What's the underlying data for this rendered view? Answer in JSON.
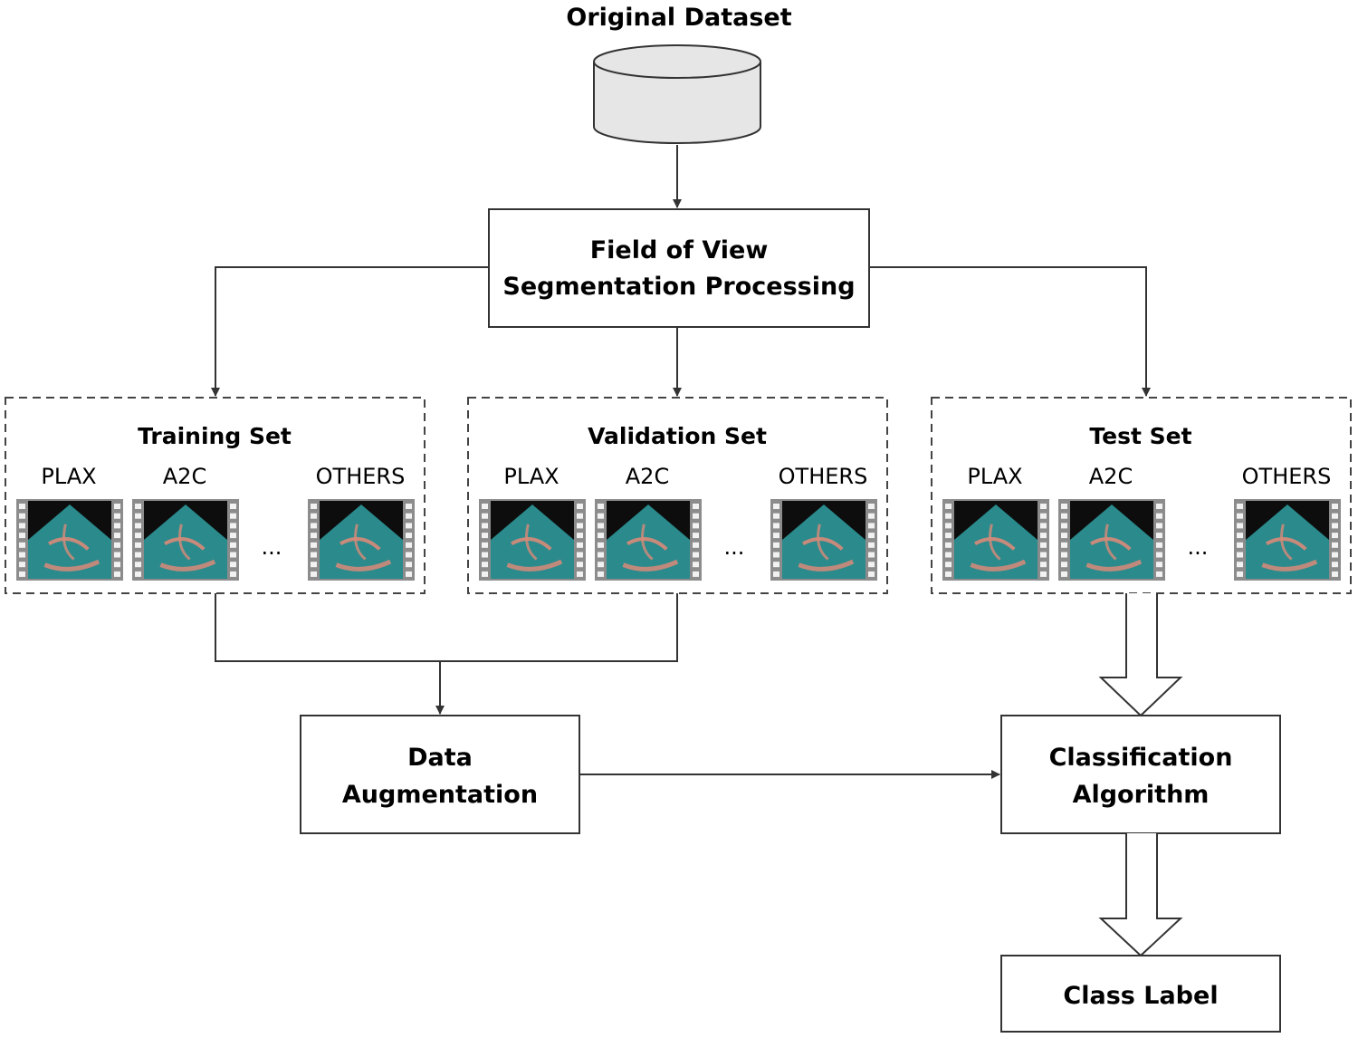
{
  "title": "Original Dataset",
  "fov_box": {
    "line1": "Field of View",
    "line2": "Segmentation Processing"
  },
  "sets": [
    {
      "title": "Training Set",
      "views": [
        "PLAX",
        "A2C",
        "OTHERS"
      ],
      "ellipsis": "..."
    },
    {
      "title": "Validation Set",
      "views": [
        "PLAX",
        "A2C",
        "OTHERS"
      ],
      "ellipsis": "..."
    },
    {
      "title": "Test Set",
      "views": [
        "PLAX",
        "A2C",
        "OTHERS"
      ],
      "ellipsis": "..."
    }
  ],
  "augmentation_box": {
    "line1": "Data",
    "line2": "Augmentation"
  },
  "classification_box": {
    "line1": "Classification",
    "line2": "Algorithm"
  },
  "class_label_box": {
    "text": "Class Label"
  },
  "colors": {
    "line": "#333333",
    "cylinder_fill": "#e6e6e6",
    "echo_background": "#0d0d0d",
    "echo_sector": "#2a8a8c",
    "echo_tissue": "#d98a78",
    "film_strip": "#8c8c8c"
  }
}
